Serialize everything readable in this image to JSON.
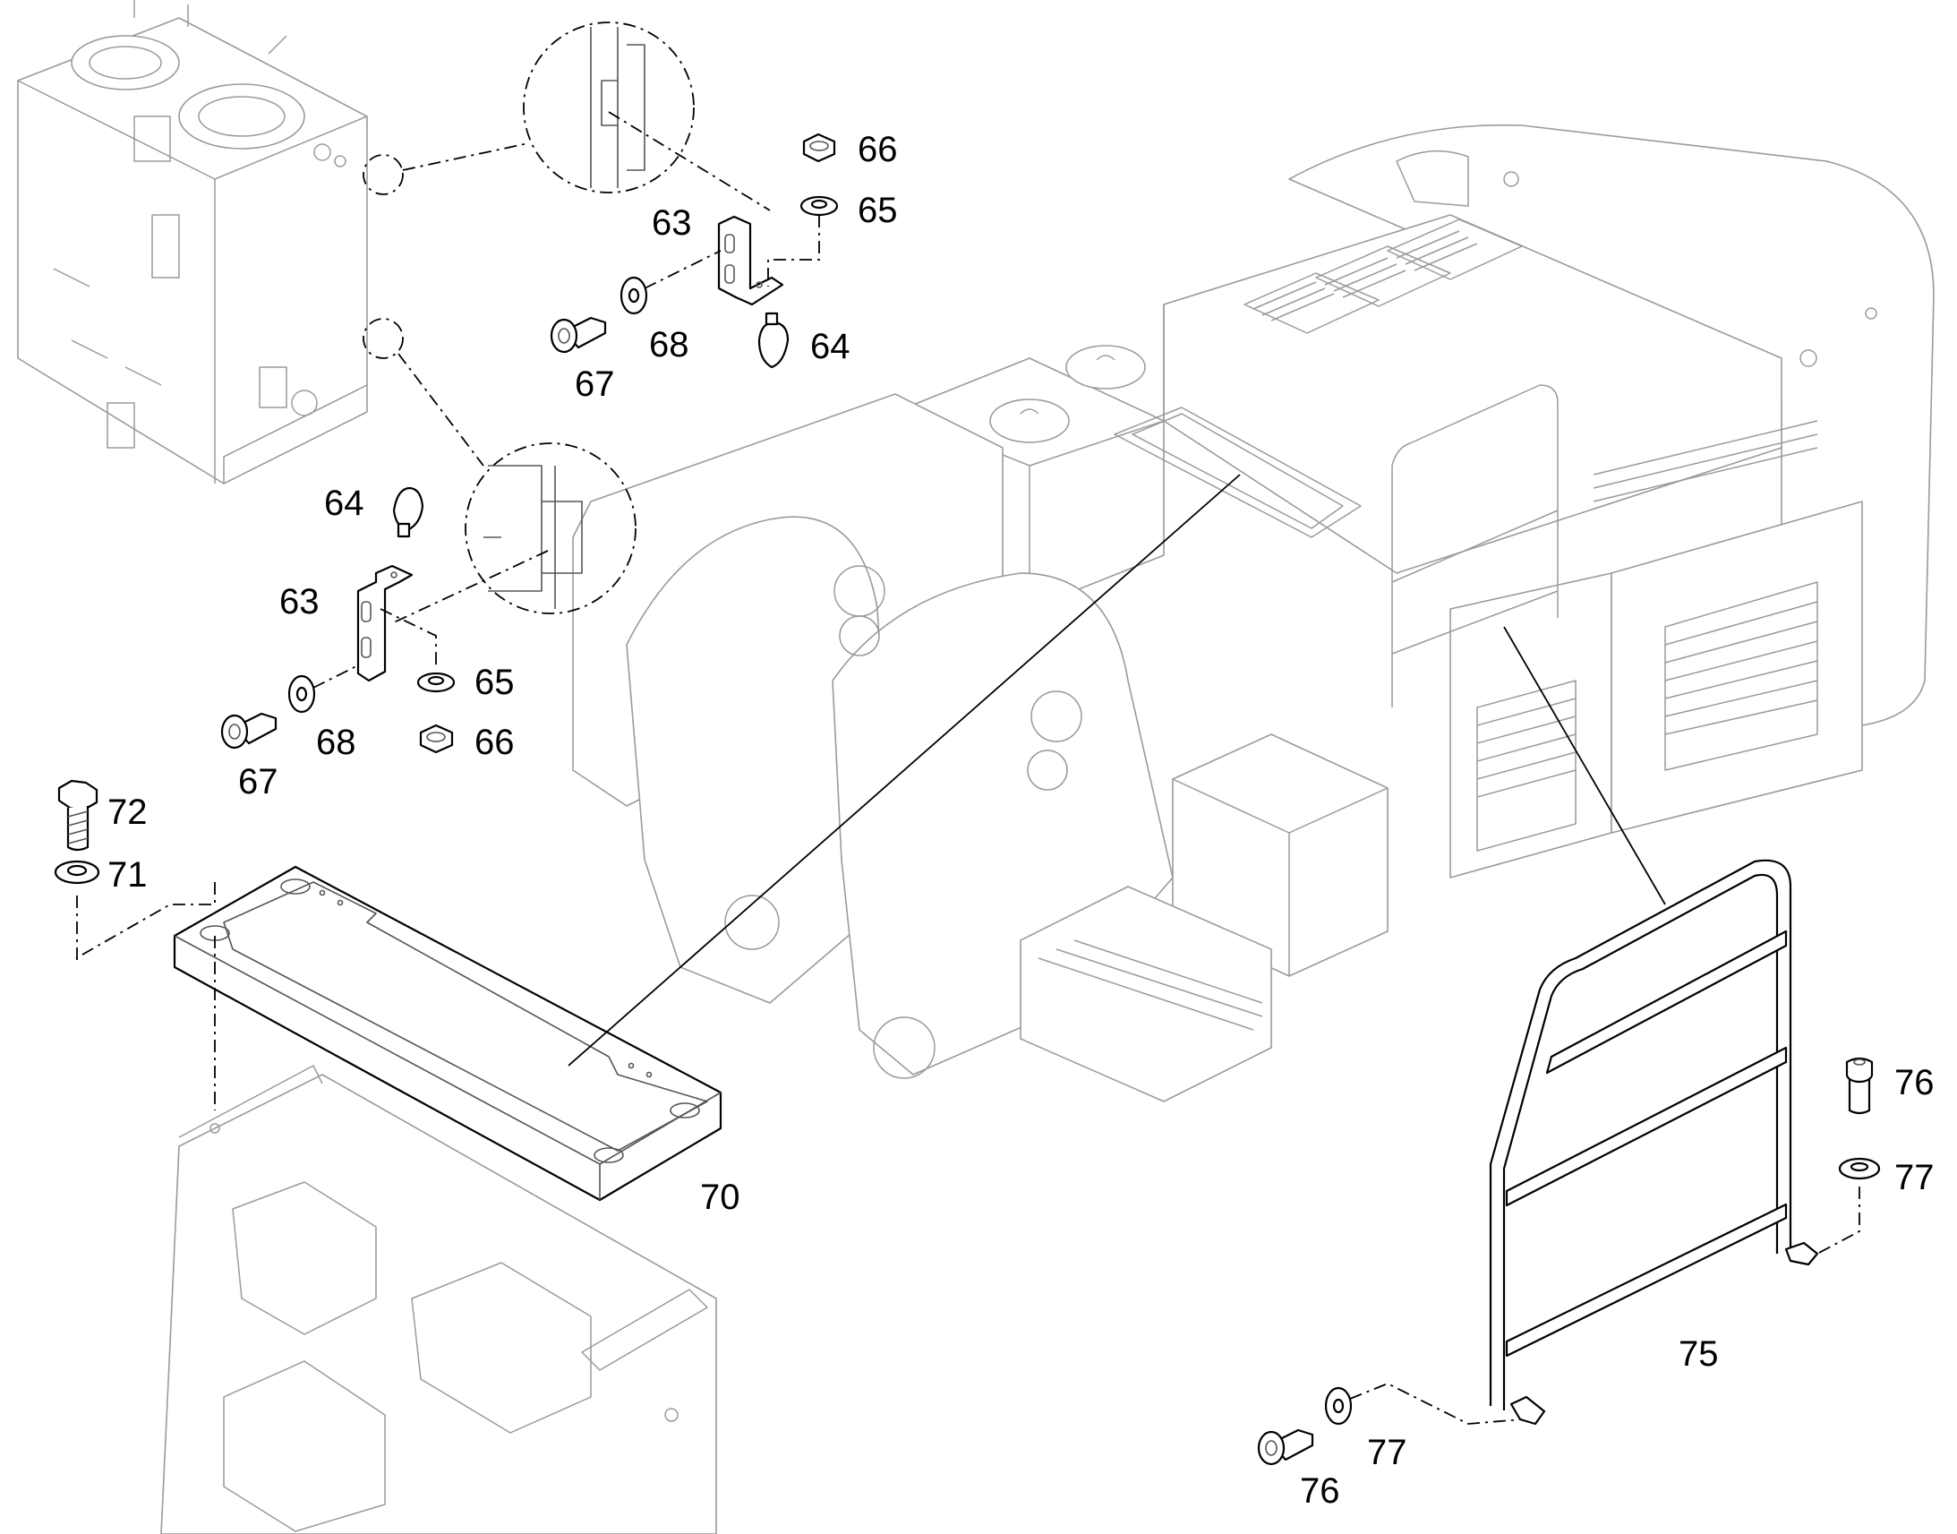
{
  "callouts": [
    {
      "id": "c66a",
      "text": "66"
    },
    {
      "id": "c65a",
      "text": "65"
    },
    {
      "id": "c63a",
      "text": "63"
    },
    {
      "id": "c68a",
      "text": "68"
    },
    {
      "id": "c64a",
      "text": "64"
    },
    {
      "id": "c67a",
      "text": "67"
    },
    {
      "id": "c64b",
      "text": "64"
    },
    {
      "id": "c63b",
      "text": "63"
    },
    {
      "id": "c65b",
      "text": "65"
    },
    {
      "id": "c68b",
      "text": "68"
    },
    {
      "id": "c66b",
      "text": "66"
    },
    {
      "id": "c67b",
      "text": "67"
    },
    {
      "id": "c72",
      "text": "72"
    },
    {
      "id": "c71",
      "text": "71"
    },
    {
      "id": "c70",
      "text": "70"
    },
    {
      "id": "c76a",
      "text": "76"
    },
    {
      "id": "c77a",
      "text": "77"
    },
    {
      "id": "c75",
      "text": "75"
    },
    {
      "id": "c77b",
      "text": "77"
    },
    {
      "id": "c76b",
      "text": "76"
    }
  ],
  "icons": {
    "nut": "hex-nut-icon",
    "washer": "washer-icon",
    "bolt": "hex-bolt-icon",
    "cap_screw": "socket-cap-screw-icon",
    "bracket": "bracket-icon",
    "cushion": "rubber-cushion-icon",
    "plate": "cover-plate-icon",
    "handrail": "handrail-icon"
  },
  "colors": {
    "line": "#000000",
    "ghost_line": "#9a9a9a",
    "background": "#ffffff"
  }
}
